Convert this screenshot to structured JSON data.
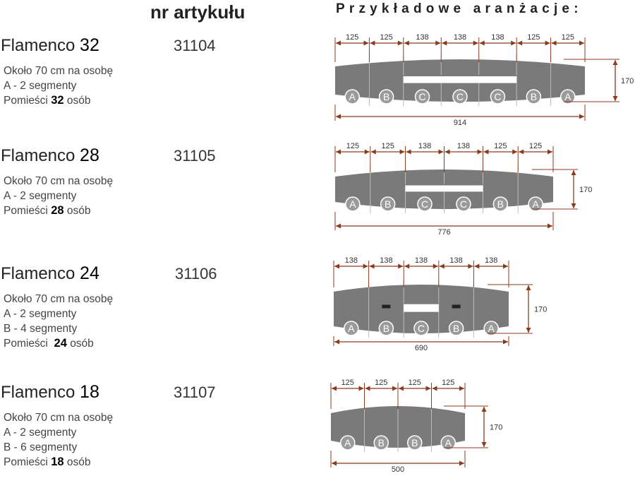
{
  "header": {
    "article_label": "nr artykułu",
    "arrangements_label": "Przykładowe aranżacje:"
  },
  "colors": {
    "table_fill": "#7a7a7a",
    "segment_line": "#bdbdbd",
    "dimension": "#8b3a1d",
    "circle_fill": "#9a9a9a"
  },
  "products": [
    {
      "name_prefix": "Flamenco",
      "name_number": "32",
      "code": "31104",
      "line1": "Około 70 cm na osobę",
      "line2": "A - 2 segmenty",
      "line3": "",
      "seats_prefix": "Pomieści",
      "seats_number": "32",
      "seats_suffix": "osób",
      "segments": [
        "A",
        "B",
        "C",
        "C",
        "C",
        "B",
        "A"
      ],
      "segment_widths": [
        125,
        125,
        138,
        138,
        138,
        125,
        125
      ],
      "segment_width_labels": [
        "125",
        "125",
        "138",
        "138",
        "138",
        "125",
        "125"
      ],
      "total_length": "914",
      "depth": "170"
    },
    {
      "name_prefix": "Flamenco",
      "name_number": "28",
      "code": "31105",
      "line1": "Około 70 cm na osobę",
      "line2": "A - 2 segmenty",
      "line3": "",
      "seats_prefix": "Pomieści",
      "seats_number": "28",
      "seats_suffix": "osób",
      "segments": [
        "A",
        "B",
        "C",
        "C",
        "B",
        "A"
      ],
      "segment_widths": [
        125,
        125,
        138,
        138,
        125,
        125
      ],
      "segment_width_labels": [
        "125",
        "125",
        "138",
        "138",
        "125",
        "125"
      ],
      "total_length": "776",
      "depth": "170"
    },
    {
      "name_prefix": "Flamenco",
      "name_number": "24",
      "code": "31106",
      "line1": "Około 70 cm na osobę",
      "line2": "A - 2 segmenty",
      "line3": "B - 4 segmenty",
      "seats_prefix": "Pomieści",
      "seats_number": "24",
      "seats_suffix": "osób",
      "segments": [
        "A",
        "B",
        "C",
        "B",
        "A"
      ],
      "segment_widths": [
        138,
        138,
        138,
        138,
        138
      ],
      "segment_width_labels": [
        "138",
        "138",
        "138",
        "138",
        "138"
      ],
      "total_length": "690",
      "depth": "170"
    },
    {
      "name_prefix": "Flamenco",
      "name_number": "18",
      "code": "31107",
      "line1": "Około 70 cm na osobę",
      "line2": "A - 2 segmenty",
      "line3": "B - 6 segmenty",
      "seats_prefix": "Pomieści",
      "seats_number": "18",
      "seats_suffix": "osób",
      "segments": [
        "A",
        "B",
        "B",
        "A"
      ],
      "segment_widths": [
        125,
        125,
        125,
        125
      ],
      "segment_width_labels": [
        "125",
        "125",
        "125",
        "125"
      ],
      "total_length": "500",
      "depth": "170"
    }
  ]
}
